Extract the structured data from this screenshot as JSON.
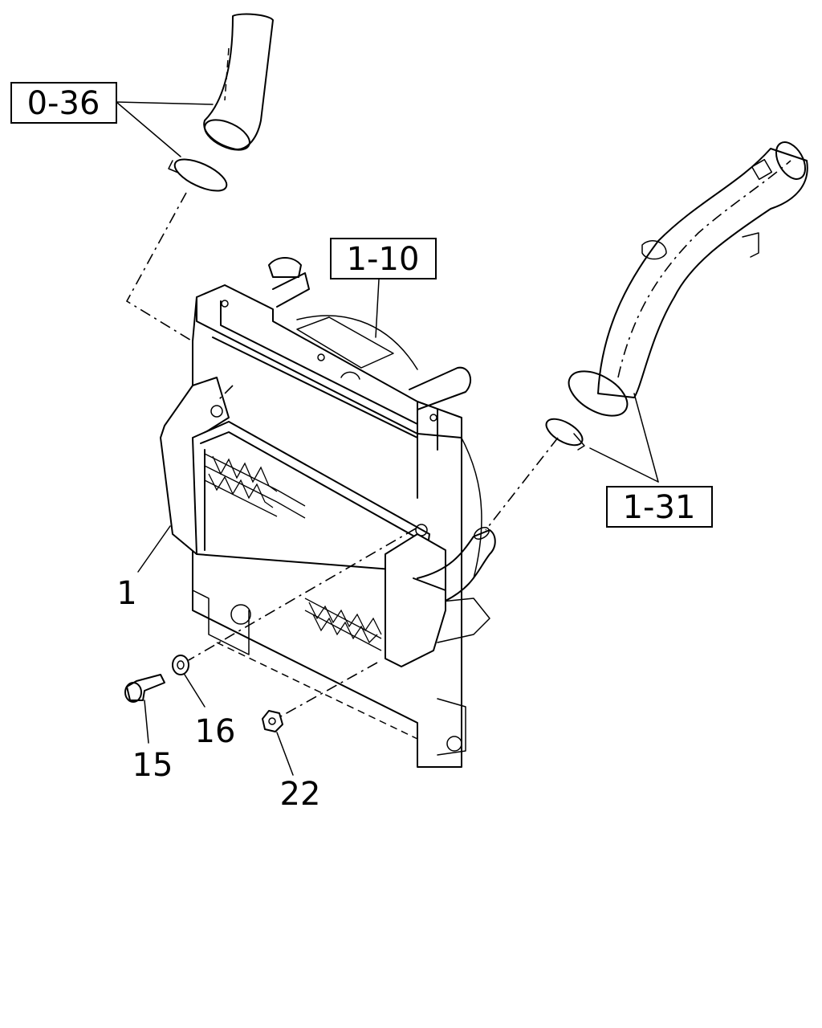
{
  "references": {
    "ref_0_36": "0-36",
    "ref_1_10": "1-10",
    "ref_1_31": "1-31"
  },
  "callouts": {
    "part_1": "1",
    "part_15": "15",
    "part_16": "16",
    "part_22": "22"
  }
}
